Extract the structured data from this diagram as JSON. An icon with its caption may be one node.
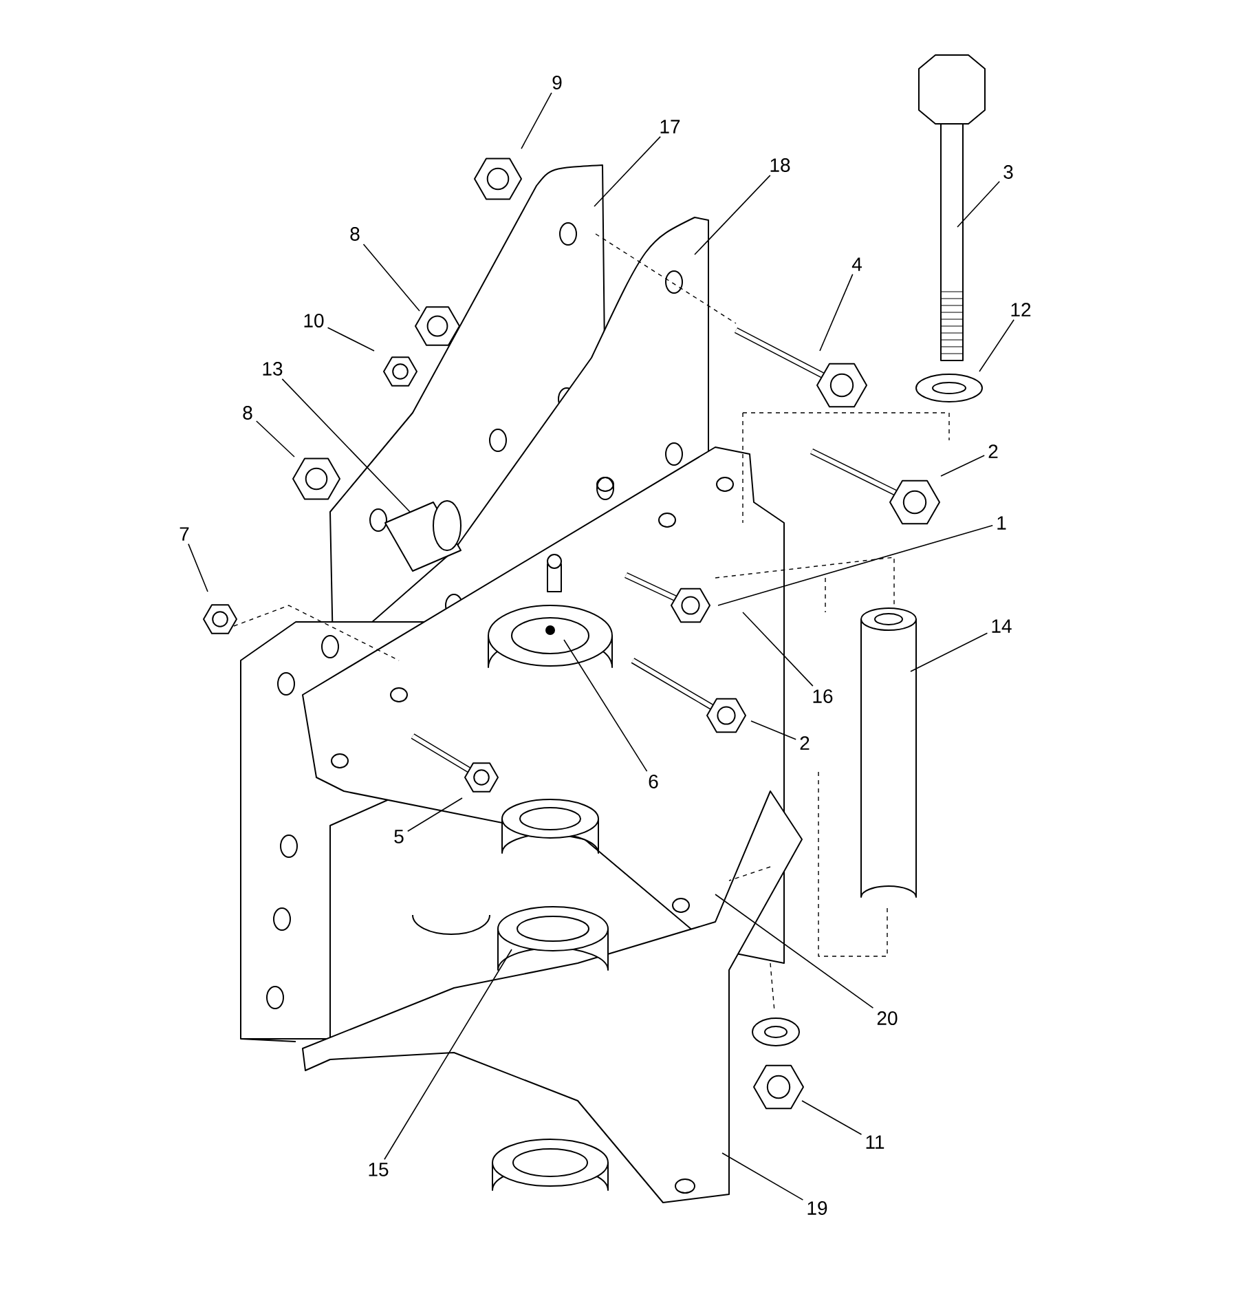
{
  "diagram": {
    "nodes": [
      {
        "text": [
          "9"
        ]
      },
      {
        "text": [
          "17"
        ]
      },
      {
        "text": [
          "18"
        ]
      },
      {
        "text": [
          "3"
        ]
      },
      {
        "text": [
          "4"
        ]
      },
      {
        "text": [
          "12"
        ]
      },
      {
        "text": [
          "8"
        ]
      },
      {
        "text": [
          "10"
        ]
      },
      {
        "text": [
          "13"
        ]
      },
      {
        "text": [
          "8"
        ]
      },
      {
        "text": [
          "2"
        ]
      },
      {
        "text": [
          "1"
        ]
      },
      {
        "text": [
          "7"
        ]
      },
      {
        "text": [
          "14"
        ]
      },
      {
        "text": [
          "16"
        ]
      },
      {
        "text": [
          "2"
        ]
      },
      {
        "text": [
          "6"
        ]
      },
      {
        "text": [
          "5"
        ]
      },
      {
        "text": [
          "20"
        ]
      },
      {
        "text": [
          "11"
        ]
      },
      {
        "text": [
          "15"
        ]
      },
      {
        "text": [
          "19"
        ]
      }
    ],
    "edges": [
      {
        "from": 0,
        "to": null,
        "arrow": "none"
      },
      {
        "from": 1,
        "to": null,
        "arrow": "none"
      },
      {
        "from": 2,
        "to": null,
        "arrow": "none"
      },
      {
        "from": 3,
        "to": null,
        "arrow": "none"
      },
      {
        "from": 4,
        "to": null,
        "arrow": "none"
      },
      {
        "from": 5,
        "to": null,
        "arrow": "none"
      },
      {
        "from": 6,
        "to": null,
        "arrow": "none"
      },
      {
        "from": 7,
        "to": null,
        "arrow": "none"
      },
      {
        "from": 8,
        "to": null,
        "arrow": "none"
      },
      {
        "from": 9,
        "to": null,
        "arrow": "none"
      },
      {
        "from": 10,
        "to": null,
        "arrow": "none"
      },
      {
        "from": 11,
        "to": null,
        "arrow": "none"
      },
      {
        "from": 12,
        "to": null,
        "arrow": "none"
      },
      {
        "from": 13,
        "to": null,
        "arrow": "none"
      },
      {
        "from": 14,
        "to": null,
        "arrow": "none"
      },
      {
        "from": 15,
        "to": null,
        "arrow": "none"
      },
      {
        "from": 16,
        "to": null,
        "arrow": "none"
      },
      {
        "from": 17,
        "to": null,
        "arrow": "none"
      },
      {
        "from": 18,
        "to": null,
        "arrow": "none"
      },
      {
        "from": 19,
        "to": null,
        "arrow": "none"
      },
      {
        "from": 20,
        "to": null,
        "arrow": "none"
      },
      {
        "from": 21,
        "to": null,
        "arrow": "none"
      }
    ]
  }
}
